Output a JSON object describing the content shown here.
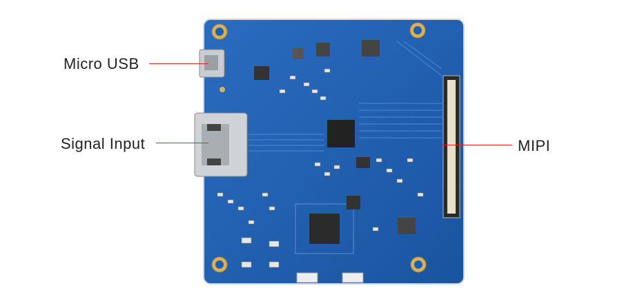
{
  "labels": {
    "micro_usb": "Micro USB",
    "signal_input": "Signal Input",
    "mipi": "MIPI"
  },
  "colors": {
    "board": "#1d5fb0",
    "leader_line": "#dd2222",
    "pad": "#d8b25a"
  }
}
